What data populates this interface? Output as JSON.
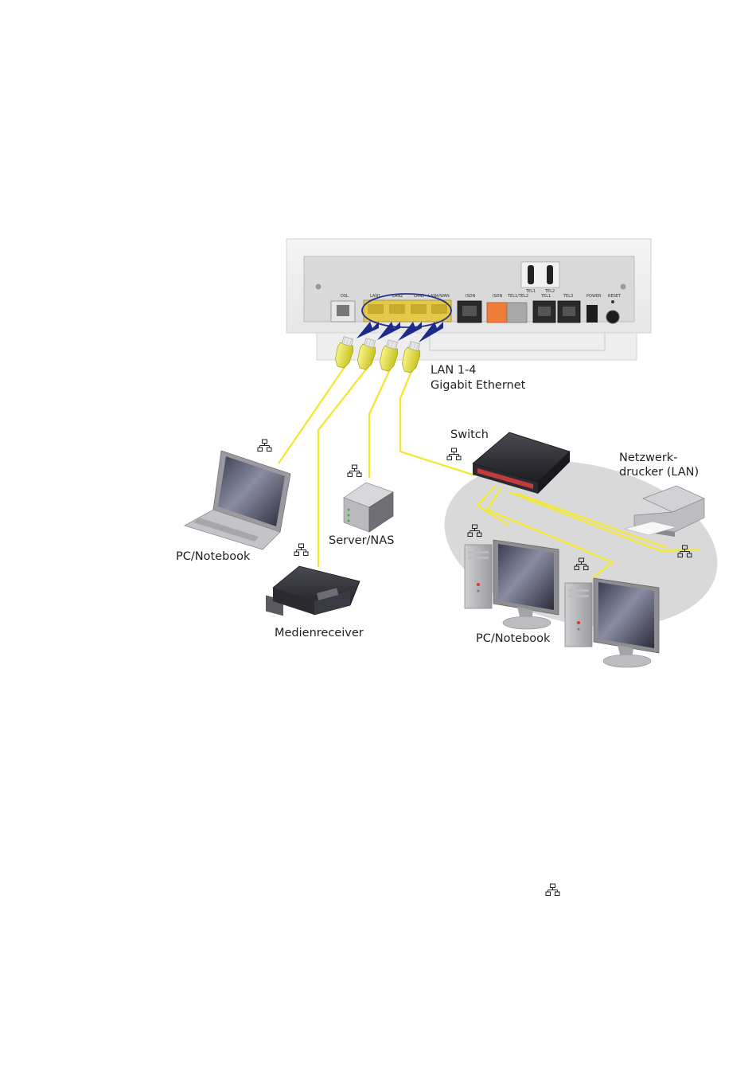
{
  "router": {
    "ports": {
      "dsl": "DSL",
      "lan1": "LAN1",
      "lan2": "LAN2",
      "lan3": "LAN3",
      "lan4wan": "LAN4/WAN",
      "isdn": "ISDN",
      "isdn2": "ISDN",
      "tel1tel2": "TEL1/TEL2",
      "tel1": "TEL1",
      "tel3": "TEL3",
      "power": "POWER",
      "reset": "RESET",
      "top_tel1": "TEL1",
      "top_tel2": "TEL2"
    }
  },
  "labels": {
    "lan_line1": "LAN 1-4",
    "lan_line2": "Gigabit Ethernet",
    "switch": "Switch",
    "printer_line1": "Netzwerk-",
    "printer_line2": "drucker (LAN)",
    "server": "Server/NAS",
    "laptop": "PC/Notebook",
    "media": "Medienreceiver",
    "desktops": "PC/Notebook"
  },
  "colors": {
    "cable": "#f3e73a",
    "lan_ports": "#e3c84a",
    "highlight_ellipse": "#2a2f8a",
    "network_zone": "#d9d9d9"
  },
  "icons": {
    "network": "network-lan-icon"
  }
}
